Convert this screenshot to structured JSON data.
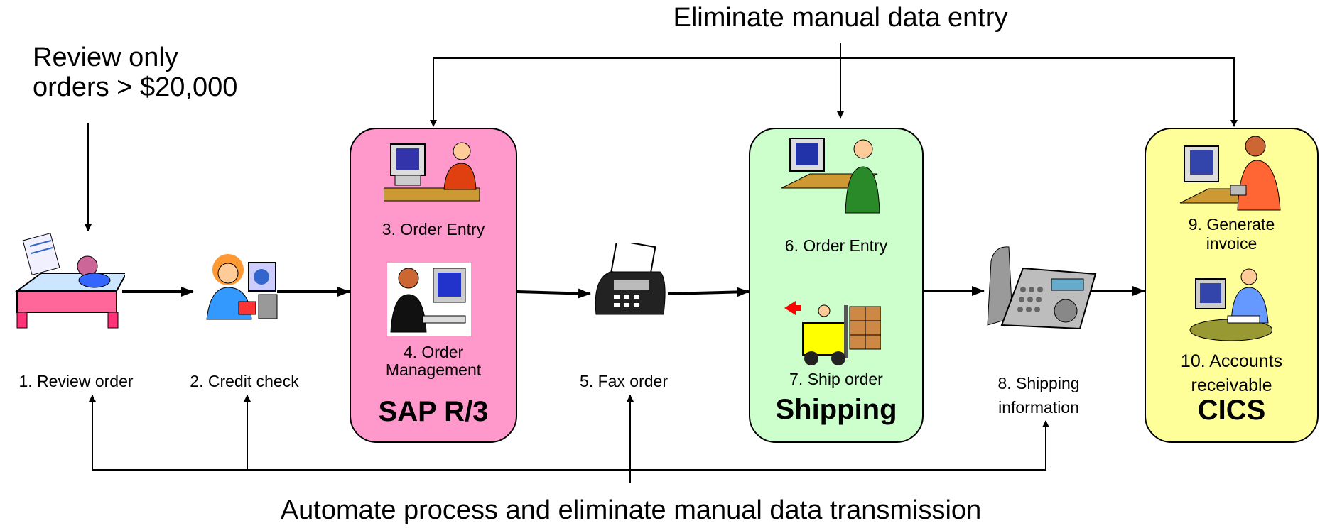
{
  "notes": {
    "top_left": [
      "Review only",
      "orders > $20,000"
    ],
    "top": "Eliminate manual data entry",
    "bottom": "Automate process and eliminate manual data transmission"
  },
  "steps": {
    "s1": "1. Review order",
    "s2": "2. Credit check",
    "s3": "3. Order Entry",
    "s4": [
      "4. Order",
      "Management"
    ],
    "s5": "5. Fax order",
    "s6": "6. Order Entry",
    "s7": "7. Ship order",
    "s8": [
      "8. Shipping",
      "information"
    ],
    "s9": [
      "9.  Generate",
      "invoice"
    ],
    "s10": [
      "10. Accounts",
      "receivable"
    ]
  },
  "systems": {
    "sap": "SAP R/3",
    "shipping": "Shipping",
    "cics": "CICS"
  },
  "icons": [
    "review-desk-icon",
    "credit-check-phone-icon",
    "order-entry-computer-icon",
    "order-management-computer-icon",
    "fax-machine-icon",
    "shipping-computer-icon",
    "forklift-icon",
    "telephone-icon",
    "invoice-computer-icon",
    "accounts-computer-icon"
  ],
  "colors": {
    "sap_box": "#ff99cc",
    "shipping_box": "#ccffcc",
    "cics_box": "#ffff99"
  }
}
